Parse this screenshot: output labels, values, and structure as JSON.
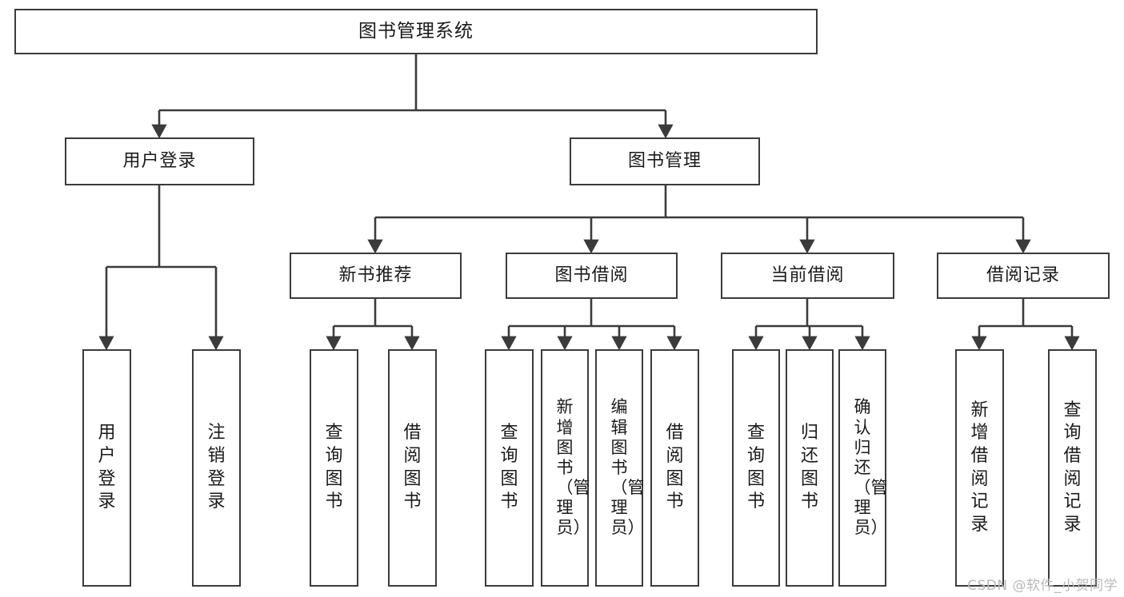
{
  "diagram": {
    "title": "图书管理系统",
    "type": "tree",
    "stroke_color": "#3b3b3b",
    "background_color": "#ffffff",
    "text_color": "#1a1a1a",
    "watermark": "CSDN @软件_小贺同学"
  },
  "nodes": {
    "root": {
      "label": "图书管理系统"
    },
    "level2": [
      {
        "id": "user-login",
        "label": "用户登录"
      },
      {
        "id": "book-manage",
        "label": "图书管理"
      }
    ],
    "level3": [
      {
        "id": "new-book-recommend",
        "label": "新书推荐"
      },
      {
        "id": "book-borrow",
        "label": "图书借阅"
      },
      {
        "id": "current-borrow",
        "label": "当前借阅"
      },
      {
        "id": "borrow-record",
        "label": "借阅记录"
      }
    ],
    "leaves": {
      "user_login": [
        {
          "id": "leaf-user-login",
          "label": "用户登录"
        },
        {
          "id": "leaf-logout-login",
          "label": "注销登录"
        }
      ],
      "new_book_recommend": [
        {
          "id": "leaf-query-book-1",
          "label": "查询图书"
        },
        {
          "id": "leaf-borrow-book-1",
          "label": "借阅图书"
        }
      ],
      "book_borrow": [
        {
          "id": "leaf-query-book-2",
          "label": "查询图书"
        },
        {
          "id": "leaf-add-book",
          "label": "新增图书（管理员）"
        },
        {
          "id": "leaf-edit-book",
          "label": "编辑图书（管理员）"
        },
        {
          "id": "leaf-borrow-book-2",
          "label": "借阅图书"
        }
      ],
      "current_borrow": [
        {
          "id": "leaf-query-book-3",
          "label": "查询图书"
        },
        {
          "id": "leaf-return-book",
          "label": "归还图书"
        },
        {
          "id": "leaf-confirm-return",
          "label": "确认归还（管理员）"
        }
      ],
      "borrow_record": [
        {
          "id": "leaf-add-borrow-record",
          "label": "新增借阅记录"
        },
        {
          "id": "leaf-query-borrow-record",
          "label": "查询借阅记录"
        }
      ]
    }
  }
}
